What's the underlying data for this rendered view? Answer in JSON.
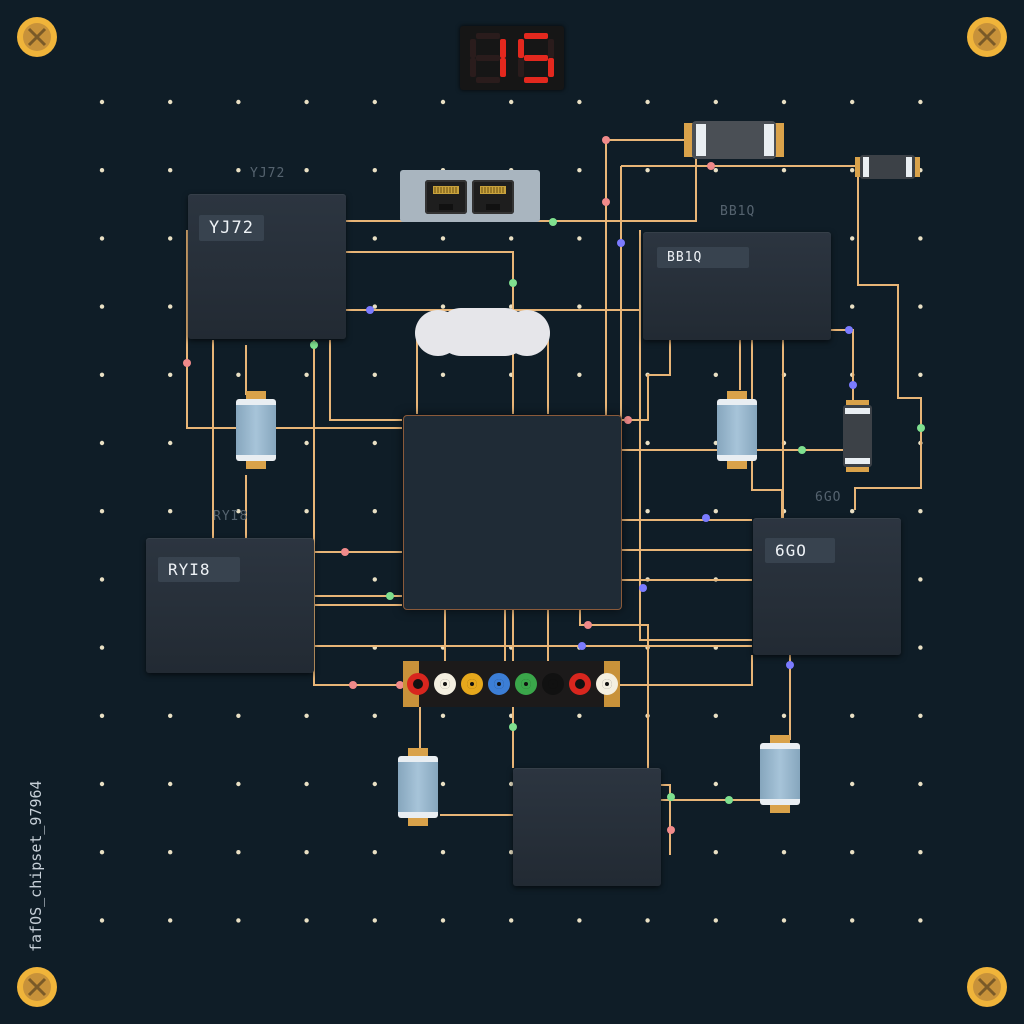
{
  "board": {
    "name": "fafOS_chipset_97964",
    "score": "15"
  },
  "chips": [
    {
      "id": "YJ72",
      "label": "YJ72",
      "ghost": "YJ72"
    },
    {
      "id": "BB1Q",
      "label": "BB1Q",
      "ghost": "BB1Q"
    },
    {
      "id": "RYI8",
      "label": "RYI8",
      "ghost": "RYI8"
    },
    {
      "id": "6GO",
      "label": "6GO",
      "ghost": "6GO"
    }
  ],
  "colors": {
    "background": "#0f1d27",
    "trace": "#e8b577",
    "chip": "#2a323c",
    "label_bg": "#38434f",
    "segment_on": "#e3281e",
    "segment_off": "#2a1c1c",
    "screw": "#f0b43a"
  },
  "header_holes": [
    "red",
    "white",
    "yellow",
    "blue",
    "green",
    "black",
    "red",
    "white"
  ],
  "icons": [
    "screw-icon",
    "ethernet-port-icon",
    "cloud-icon",
    "capacitor-icon",
    "resistor-icon",
    "seven-segment-digit-icon"
  ]
}
